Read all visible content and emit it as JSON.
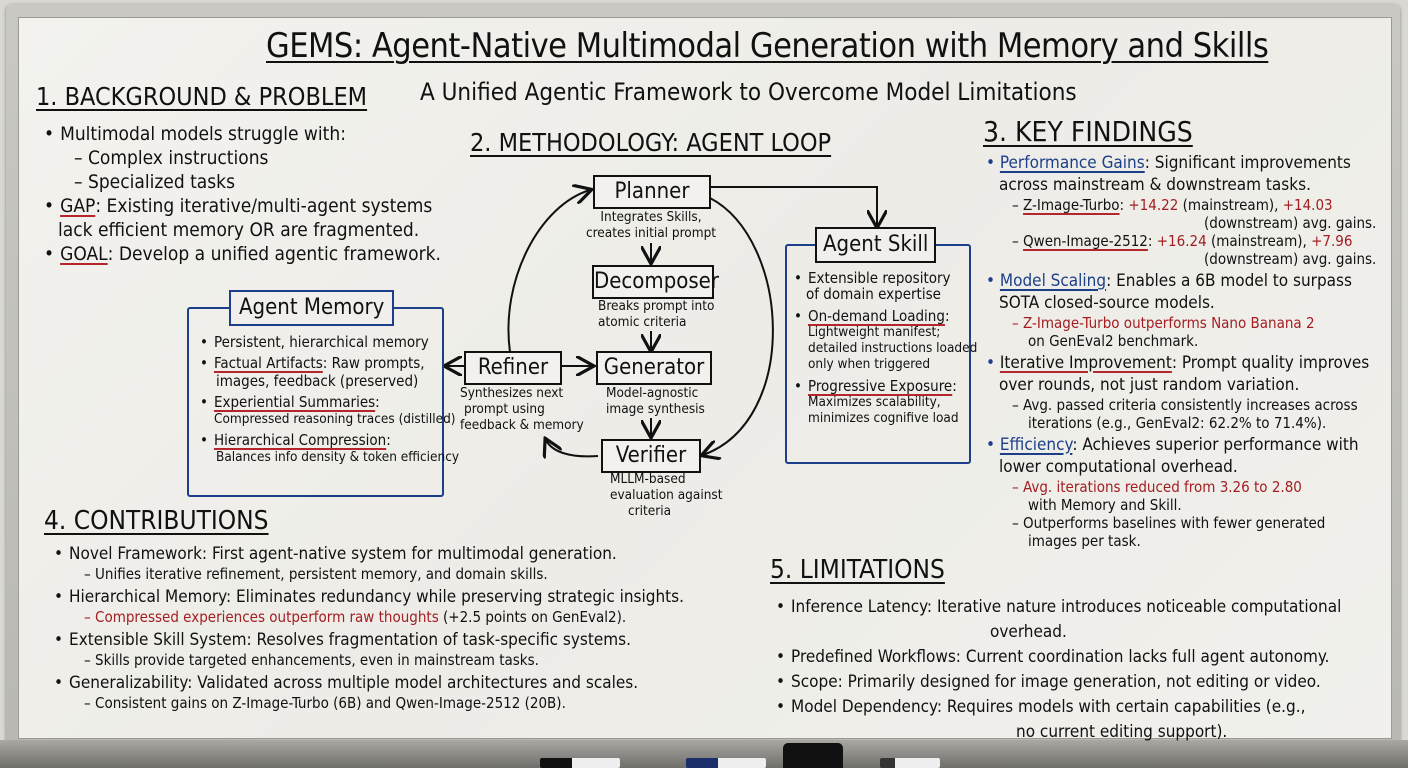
{
  "title": "GEMS: Agent-Native Multimodal Generation with Memory and Skills",
  "subtitle": "A Unified Agentic Framework to Overcome Model Limitations",
  "background": {
    "heading": "1. BACKGROUND & PROBLEM",
    "b1": "Multimodal models struggle with:",
    "b1_sub": [
      "– Complex instructions",
      "– Specialized tasks"
    ],
    "gap_label": "GAP",
    "gap_text": ": Existing iterative/multi-agent systems",
    "gap_text2": "lack efficient memory OR are fragmented.",
    "goal_label": "GOAL",
    "goal_text": ": Develop a unified agentic framework."
  },
  "methodology": {
    "heading": "2. METHODOLOGY: AGENT LOOP",
    "planner": {
      "label": "Planner",
      "desc1": "Integrates Skills,",
      "desc2": "creates initial prompt"
    },
    "decomposer": {
      "label": "Decomposer",
      "desc1": "Breaks prompt into",
      "desc2": "atomic criteria"
    },
    "generator": {
      "label": "Generator",
      "desc1": "Model-agnostic",
      "desc2": "image synthesis"
    },
    "verifier": {
      "label": "Verifier",
      "desc1": "MLLM-based",
      "desc2": "evaluation against",
      "desc3": "criteria"
    },
    "refiner": {
      "label": "Refiner",
      "desc1": "Synthesizes next",
      "desc2": "prompt using",
      "desc3": "feedback & memory"
    }
  },
  "memory": {
    "title": "Agent Memory",
    "b1": "Persistent, hierarchical memory",
    "b2_label": "Factual Artifacts",
    "b2_text": ": Raw prompts,",
    "b2_text2": "images, feedback (preserved)",
    "b3_label": "Experiential Summaries",
    "b3_text": ":",
    "b3_text2": "Compressed reasoning traces (distilled)",
    "b4_label": "Hierarchical Compression",
    "b4_text": ":",
    "b4_text2": "Balances info density & token efficiency"
  },
  "skill": {
    "title": "Agent Skill",
    "b1": "Extensible repository",
    "b1_2": "of domain expertise",
    "b2_label": "On-demand Loading",
    "b2_text": ":",
    "b2_l1": "Lightweight manifest;",
    "b2_l2": "detailed instructions loaded",
    "b2_l3": "only when triggered",
    "b3_label": "Progressive Exposure",
    "b3_text": ":",
    "b3_l1": "Maximizes scalability,",
    "b3_l2": "minimizes cognifive load"
  },
  "findings": {
    "heading": "3. KEY FINDINGS",
    "perf_label": "Performance Gains",
    "perf_text": ": Significant improvements",
    "perf_text2": "across mainstream & downstream tasks.",
    "zit_label": "Z-Image-Turbo",
    "zit_main": "+14.22",
    "zit_mid": " (mainstream), ",
    "zit_down": "+14.03",
    "zit_tail": "(downstream) avg. gains.",
    "qwen_label": "Qwen-Image-2512",
    "qwen_main": "+16.24",
    "qwen_mid": " (mainstream), ",
    "qwen_down": "+7.96",
    "qwen_tail": "(downstream) avg. gains.",
    "scal_label": "Model Scaling",
    "scal_text": ": Enables a 6B model to surpass",
    "scal_text2": "SOTA closed-source models.",
    "scal_sub_red": "– Z-Image-Turbo outperforms Nano Banana 2",
    "scal_sub2": "on GenEval2 benchmark.",
    "iter_label": "Iterative Improvement",
    "iter_text": ": Prompt quality improves",
    "iter_text2": "over rounds, not just random variation.",
    "iter_sub1": "– Avg. passed criteria consistently increases across",
    "iter_sub2": "iterations (e.g., GenEval2: 62.2% to 71.4%).",
    "eff_label": "Efficiency",
    "eff_text": ": Achieves superior performance with",
    "eff_text2": "lower computational overhead.",
    "eff_sub_red": "– Avg. iterations reduced from 3.26 to 2.80",
    "eff_sub_red2": "with Memory and Skill.",
    "eff_sub3": "– Outperforms baselines with fewer generated",
    "eff_sub4": "images per task."
  },
  "contributions": {
    "heading": "4. CONTRIBUTIONS",
    "c1": "Novel Framework: First agent-native system for multimodal generation.",
    "c1_sub": "– Unifies iterative refinement, persistent memory, and domain skills.",
    "c2": "Hierarchical Memory: Eliminates redundancy while preserving strategic insights.",
    "c2_sub_red": "– Compressed experiences outperform raw thoughts",
    "c2_sub_tail": " (+2.5 points on GenEval2).",
    "c3": "Extensible Skill System: Resolves fragmentation of task-specific systems.",
    "c3_sub": "– Skills provide targeted enhancements, even in mainstream tasks.",
    "c4": "Generalizability: Validated across multiple model architectures and scales.",
    "c4_sub": "– Consistent gains on Z-Image-Turbo (6B) and Qwen-Image-2512 (20B)."
  },
  "limitations": {
    "heading": "5. LIMITATIONS",
    "l1": "Inference Latency: Iterative nature introduces noticeable computational",
    "l1_2": "overhead.",
    "l2": "Predefined Workflows: Current coordination lacks full agent autonomy.",
    "l3": "Scope: Primarily designed for image generation, not editing or video.",
    "l4": "Model Dependency: Requires models with certain capabilities (e.g.,",
    "l4_2": "no current editing support)."
  },
  "colors": {
    "accent_blue": "#1d3f8a",
    "accent_red": "#a31e22",
    "ink": "#111111",
    "board": "#efeeea"
  }
}
